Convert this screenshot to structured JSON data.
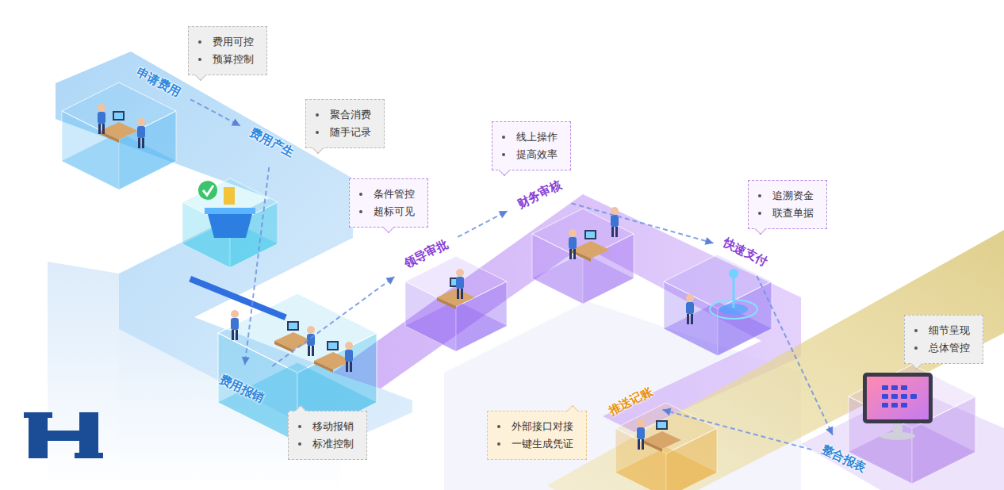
{
  "diagram": {
    "nodes": [
      {
        "text": [
          "申请费用"
        ]
      },
      {
        "text": [
          "费用可控",
          "预算控制"
        ]
      },
      {
        "text": [
          "费用产生"
        ]
      },
      {
        "text": [
          "聚合消费",
          "随手记录"
        ]
      },
      {
        "text": [
          "费用报销"
        ]
      },
      {
        "text": [
          "移动报销",
          "标准控制"
        ]
      },
      {
        "text": [
          "领导审批"
        ]
      },
      {
        "text": [
          "条件管控",
          "超标可见"
        ]
      },
      {
        "text": [
          "财务审核"
        ]
      },
      {
        "text": [
          "线上操作",
          "提高效率"
        ]
      },
      {
        "text": [
          "快速支付"
        ]
      },
      {
        "text": [
          "追溯资金",
          "联查单据"
        ]
      },
      {
        "text": [
          "推送记账"
        ]
      },
      {
        "text": [
          "外部接口对接",
          "一键生成凭证"
        ]
      },
      {
        "text": [
          "整合报表"
        ]
      },
      {
        "text": [
          "细节呈现",
          "总体管控"
        ]
      }
    ],
    "edges": [
      {
        "from": 0,
        "to": 2,
        "arrow": "to"
      },
      {
        "from": 2,
        "to": 4,
        "arrow": "to"
      },
      {
        "from": 4,
        "to": 6,
        "arrow": "to"
      },
      {
        "from": 6,
        "to": 8,
        "arrow": "to"
      },
      {
        "from": 8,
        "to": 10,
        "arrow": "to"
      },
      {
        "from": 10,
        "to": 14,
        "arrow": "to"
      },
      {
        "from": 14,
        "to": 12,
        "arrow": "to"
      }
    ]
  }
}
